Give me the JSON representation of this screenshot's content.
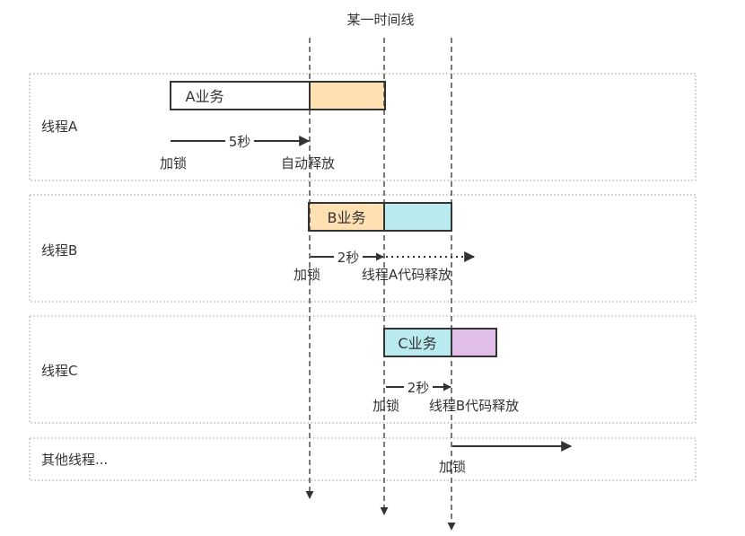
{
  "title": "某一时间线",
  "threads": [
    {
      "label": "线程A",
      "blocks": [
        {
          "text": "A业务"
        },
        {
          "text": ""
        }
      ],
      "arrow": {
        "label": "5秒"
      },
      "events": [
        "加锁",
        "自动释放"
      ]
    },
    {
      "label": "线程B",
      "blocks": [
        {
          "text": "B业务"
        },
        {
          "text": ""
        }
      ],
      "arrow": {
        "label": "2秒"
      },
      "events": [
        "加锁",
        "线程A代码释放"
      ]
    },
    {
      "label": "线程C",
      "blocks": [
        {
          "text": "C业务"
        },
        {
          "text": ""
        }
      ],
      "arrow": {
        "label": "2秒"
      },
      "events": [
        "加锁",
        "线程B代码释放"
      ]
    },
    {
      "label": "其他线程...",
      "events": [
        "加锁"
      ]
    }
  ],
  "colors": {
    "block_white": "#ffffff",
    "block_orange": "#ffe0b2",
    "block_cyan": "#b8eaf0",
    "block_purple": "#e1bee7",
    "stroke": "#333333",
    "lane_border": "#999999"
  }
}
